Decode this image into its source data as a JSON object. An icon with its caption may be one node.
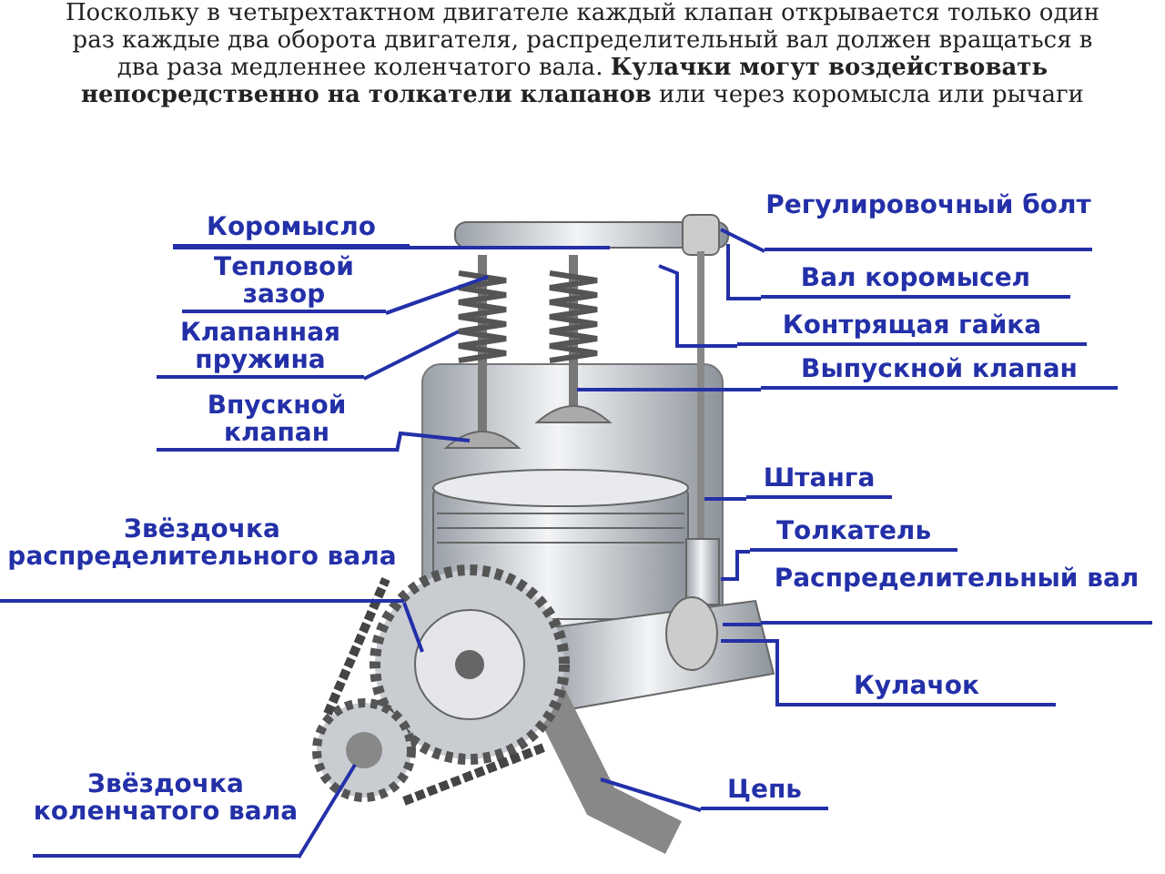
{
  "diagram": {
    "nodes": [
      {
        "text": [
          "Коромысло"
        ]
      },
      {
        "text": [
          "Тепловой зазор"
        ]
      },
      {
        "text": [
          "Клапанная пружина"
        ]
      },
      {
        "text": [
          "Впускной клапан"
        ]
      },
      {
        "text": [
          "Звёздочка распределительного вала"
        ]
      },
      {
        "text": [
          "Звёздочка коленчатого вала"
        ]
      },
      {
        "text": [
          "Регулировочный болт"
        ]
      },
      {
        "text": [
          "Вал коромысел"
        ]
      },
      {
        "text": [
          "Контрящая гайка"
        ]
      },
      {
        "text": [
          "Выпускной клапан"
        ]
      },
      {
        "text": [
          "Штанга"
        ]
      },
      {
        "text": [
          "Толкатель"
        ]
      },
      {
        "text": [
          "Распределительный вал"
        ]
      },
      {
        "text": [
          "Кулачок"
        ]
      },
      {
        "text": [
          "Цепь"
        ]
      }
    ],
    "edges": [
      {
        "from": 0,
        "to": null,
        "arrow": "none"
      },
      {
        "from": 1,
        "to": null,
        "arrow": "none"
      },
      {
        "from": 2,
        "to": null,
        "arrow": "none"
      },
      {
        "from": 3,
        "to": null,
        "arrow": "none"
      },
      {
        "from": 4,
        "to": null,
        "arrow": "none"
      },
      {
        "from": 5,
        "to": null,
        "arrow": "none"
      },
      {
        "from": 6,
        "to": null,
        "arrow": "none"
      },
      {
        "from": 7,
        "to": null,
        "arrow": "none"
      },
      {
        "from": 8,
        "to": null,
        "arrow": "none"
      },
      {
        "from": 9,
        "to": null,
        "arrow": "none"
      },
      {
        "from": 10,
        "to": null,
        "arrow": "none"
      },
      {
        "from": 11,
        "to": null,
        "arrow": "none"
      },
      {
        "from": 12,
        "to": null,
        "arrow": "none"
      },
      {
        "from": 13,
        "to": null,
        "arrow": "none"
      },
      {
        "from": 14,
        "to": null,
        "arrow": "none"
      }
    ],
    "labels": [
      "Поскольку в четырехтактном двигателе каждый клапан открывается только один раз каждые два оборота двигателя, распределительный вал должен вращаться в два раза медленнее коленчатого вала. **Кулачки могут воздействовать непосредственно на толкатели клапанов** или через коромысла или рычаги"
    ]
  }
}
